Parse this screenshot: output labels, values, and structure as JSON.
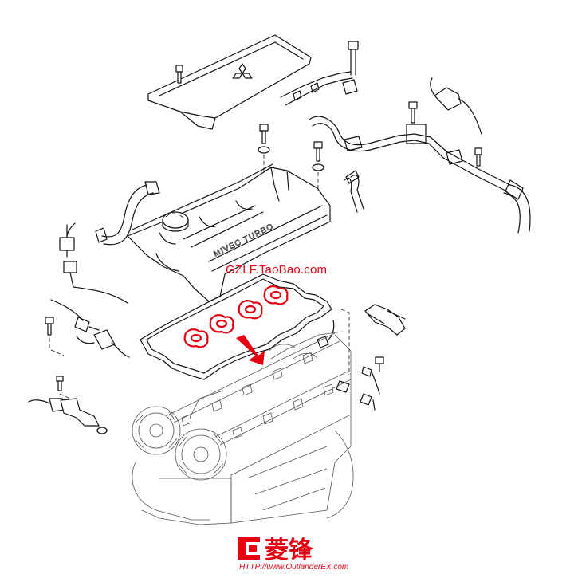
{
  "cover_text": "MIVEC TURBO",
  "watermark": "GZLF.TaoBao.com",
  "brand": {
    "logo_text": "菱锋",
    "url": "HTTP://www.OutlanderEX.com",
    "color": "#e60012"
  },
  "highlight": {
    "color": "#e60012",
    "part": "spark-plug-tube-gaskets",
    "count": 4
  },
  "icons": {
    "arrow": "red-arrow-icon",
    "logo": "mitsubishi-logo-icon"
  }
}
